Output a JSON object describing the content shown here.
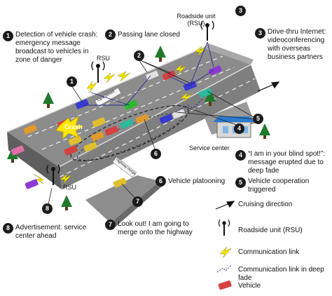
{
  "annotations": [
    {
      "num": "1",
      "text": "Detection of vehicle crash: emergency message broadcast to vehicles in zone of danger"
    },
    {
      "num": "2",
      "text": "Passing lane closed"
    },
    {
      "num": "3",
      "text": "Drive-thru Internet: videoconferencing with overseas business partners"
    },
    {
      "num": "4",
      "text": "“I am in your blind spot!”: message erupted due to deep fade"
    },
    {
      "num": "5",
      "text": "Vehicle cooperation triggered"
    },
    {
      "num": "6",
      "text": "Vehicle platooning"
    },
    {
      "num": "7",
      "text": "Look out! I am going to merge onto the highway"
    },
    {
      "num": "8",
      "text": "Advertisement: service center ahead"
    }
  ],
  "scene_labels": {
    "rsu_top": "Roadside unit (RSU)",
    "rsu_mid": "RSU",
    "rsu_bottom": "RSU",
    "crash": "Crash",
    "service_center": "Service center",
    "lane_closed_sign": "Lane closed",
    "highway_merge_sign": "Highway merge"
  },
  "legend": [
    {
      "icon": "cruising-direction-arrow",
      "label": "Cruising direction"
    },
    {
      "icon": "rsu-antenna-icon",
      "label": "Roadside unit (RSU)"
    },
    {
      "icon": "lightning-link-icon",
      "label": "Communication link"
    },
    {
      "icon": "faded-link-icon",
      "label": "Communication link in deep fade"
    },
    {
      "icon": "vehicle-icon",
      "label": "Vehicle"
    }
  ],
  "colors": {
    "road": "#8a8a8a",
    "road_edge": "#e4e4e4",
    "lightning": "#f2e600",
    "badge": "#1b1b1b",
    "tree": "#1f7a2c"
  }
}
